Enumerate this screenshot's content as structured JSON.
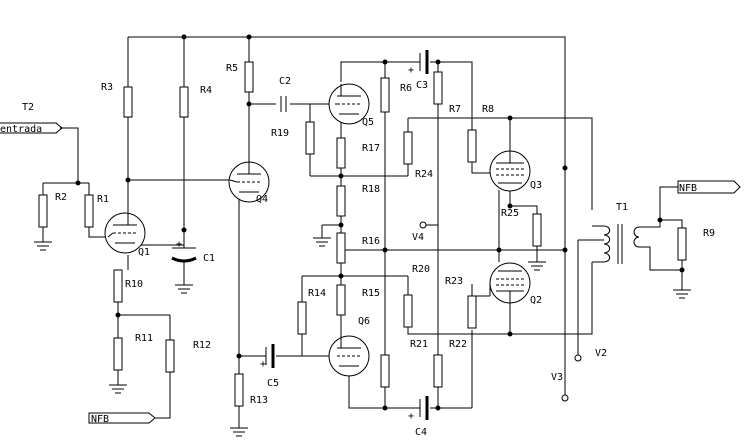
{
  "labels": {
    "T2": "T2",
    "entrada": "entrada",
    "NFB_in": "NFB",
    "NFB_out": "NFB",
    "T1": "T1",
    "V2": "V2",
    "V3": "V3",
    "V4": "V4",
    "R1": "R1",
    "R2": "R2",
    "R3": "R3",
    "R4": "R4",
    "R5": "R5",
    "R6": "R6",
    "R7": "R7",
    "R8": "R8",
    "R9": "R9",
    "R10": "R10",
    "R11": "R11",
    "R12": "R12",
    "R13": "R13",
    "R14": "R14",
    "R15": "R15",
    "R16": "R16",
    "R17": "R17",
    "R18": "R18",
    "R19": "R19",
    "R20": "R20",
    "R21": "R21",
    "R22": "R22",
    "R23": "R23",
    "R24": "R24",
    "R25": "R25",
    "C1": "C1",
    "C2": "C2",
    "C3": "C3",
    "C4": "C4",
    "C5": "C5",
    "Q1": "Q1",
    "Q2": "Q2",
    "Q3": "Q3",
    "Q4": "Q4",
    "Q5": "Q5",
    "Q6": "Q6",
    "plus": "+"
  }
}
